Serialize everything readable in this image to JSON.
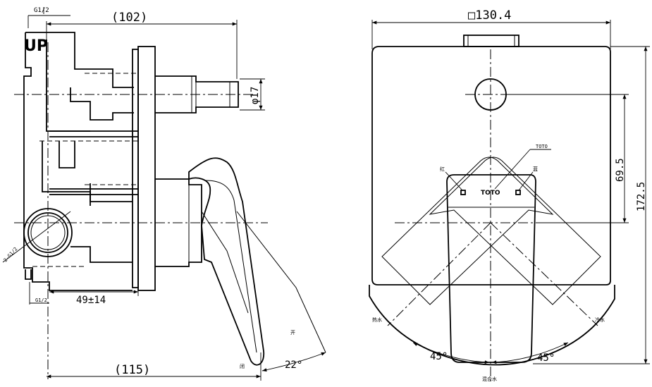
{
  "side_view": {
    "thread_top": "G1/2",
    "thread_bottom": "G1/2",
    "up_mark": "UP",
    "depth_top": "(102)",
    "spout_diameter": "φ17",
    "inlet_offset": "49±14",
    "depth_bottom": "(115)",
    "inlet_note": "2-G1/2",
    "handle_open": "开",
    "handle_closed": "闭",
    "handle_angle": "22°"
  },
  "front_view": {
    "plate_width": "□130.4",
    "total_height": "172.5",
    "center_distance": "69.5",
    "brand_leader": "TOTO",
    "brand_mark": "TOTO",
    "hot_mark": "红",
    "cold_mark": "蓝",
    "hot_water": "热水",
    "cold_water": "冷水",
    "mixed_water": "混合水",
    "angle_left": "45°",
    "angle_right": "45°"
  }
}
